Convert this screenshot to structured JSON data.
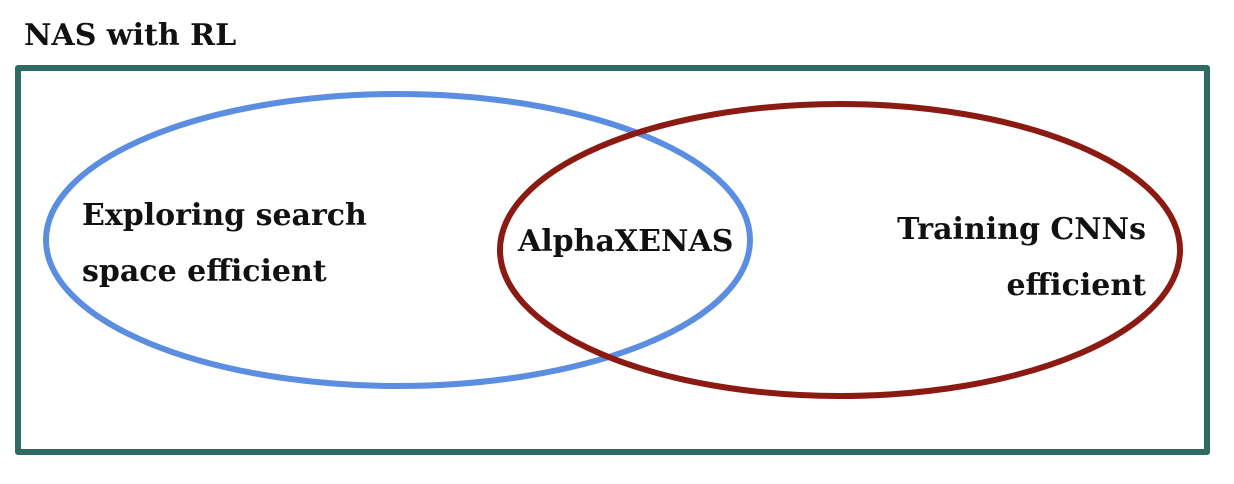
{
  "title": "NAS with RL",
  "left_set": {
    "lines": [
      "Exploring search",
      "space efficient"
    ]
  },
  "overlap": {
    "label": "AlphaXENAS"
  },
  "right_set": {
    "lines": [
      "Training CNNs",
      "efficient"
    ]
  },
  "colors": {
    "frame": "#2f6b62",
    "left_ellipse": "#5b8ee0",
    "right_ellipse": "#8b1a12",
    "text": "#111111"
  }
}
